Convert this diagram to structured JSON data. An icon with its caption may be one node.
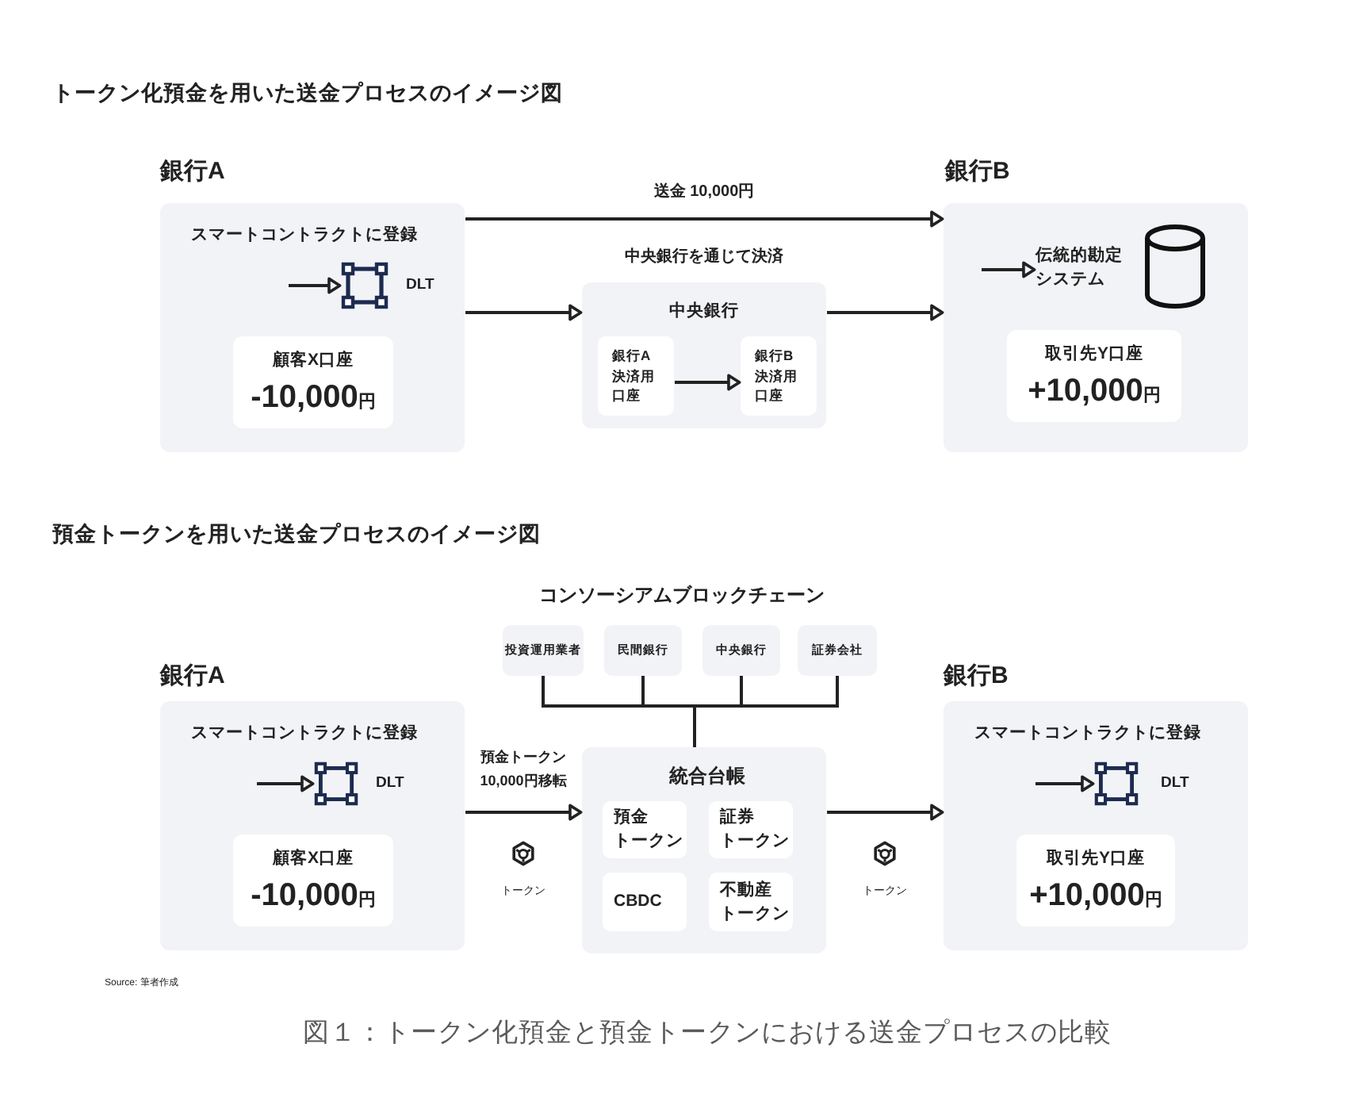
{
  "diagram": {
    "caption": "図１：トークン化預金と預金トークンにおける送金プロセスの比較",
    "nodes": [
      {
        "text": [
          "銀行A",
          "スマートコントラクトに登録"
        ]
      },
      {
        "text": [
          "DLT"
        ],
        "in": 0
      },
      {
        "text": [
          "顧客X口座",
          "-10,000円"
        ],
        "in": 0
      },
      {
        "text": [
          "中央銀行を通じて決済",
          "中央銀行"
        ]
      },
      {
        "text": [
          "銀行A決済用口座"
        ],
        "in": 3
      },
      {
        "text": [
          "銀行B決済用口座"
        ],
        "in": 3
      },
      {
        "text": [
          "銀行B"
        ]
      },
      {
        "text": [
          "伝統的勘定システム"
        ],
        "in": 6
      },
      {
        "text": [
          "取引先Y口座",
          "+10,000円"
        ],
        "in": 6
      },
      {
        "text": [
          "投資運用業者"
        ]
      },
      {
        "text": [
          "民間銀行"
        ]
      },
      {
        "text": [
          "中央銀行"
        ]
      },
      {
        "text": [
          "証券会社"
        ]
      },
      {
        "text": [
          "銀行A",
          "スマートコントラクトに登録"
        ]
      },
      {
        "text": [
          "DLT"
        ],
        "in": 13
      },
      {
        "text": [
          "顧客X口座",
          "-10,000円"
        ],
        "in": 13
      },
      {
        "text": [
          "統合台帳"
        ]
      },
      {
        "text": [
          "預金トークン"
        ],
        "in": 16
      },
      {
        "text": [
          "証券トークン"
        ],
        "in": 16
      },
      {
        "text": [
          "CBDC"
        ],
        "in": 16
      },
      {
        "text": [
          "不動産トークン"
        ],
        "in": 16
      },
      {
        "text": [
          "銀行B",
          "スマートコントラクトに登録"
        ]
      },
      {
        "text": [
          "DLT"
        ],
        "in": 21
      },
      {
        "text": [
          "取引先Y口座",
          "+10,000円"
        ],
        "in": 21
      }
    ],
    "edges": [
      {
        "from": 0,
        "to": 6,
        "arrow": "to",
        "label": "送金 10,000円"
      },
      {
        "from": null,
        "to": 1,
        "arrow": "to"
      },
      {
        "from": 0,
        "to": 3,
        "arrow": "to"
      },
      {
        "from": 4,
        "to": 5,
        "arrow": "to"
      },
      {
        "from": 3,
        "to": 6,
        "arrow": "to"
      },
      {
        "from": null,
        "to": 7,
        "arrow": "to"
      },
      {
        "from": 9,
        "to": 16,
        "arrow": "none"
      },
      {
        "from": 10,
        "to": 16,
        "arrow": "none"
      },
      {
        "from": 11,
        "to": 16,
        "arrow": "none"
      },
      {
        "from": 12,
        "to": 16,
        "arrow": "none"
      },
      {
        "from": null,
        "to": 14,
        "arrow": "to"
      },
      {
        "from": 13,
        "to": 16,
        "arrow": "to",
        "label": "預金トークン10,000円移転"
      },
      {
        "from": 16,
        "to": 21,
        "arrow": "to"
      },
      {
        "from": null,
        "to": 22,
        "arrow": "to"
      }
    ],
    "labels": [
      "トークン化預金を用いた送金プロセスのイメージ図",
      "預金トークンを用いた送金プロセスのイメージ図",
      "コンソーシアムブロックチェーン",
      "トークン",
      "トークン",
      "Source: 筆者作成"
    ]
  }
}
